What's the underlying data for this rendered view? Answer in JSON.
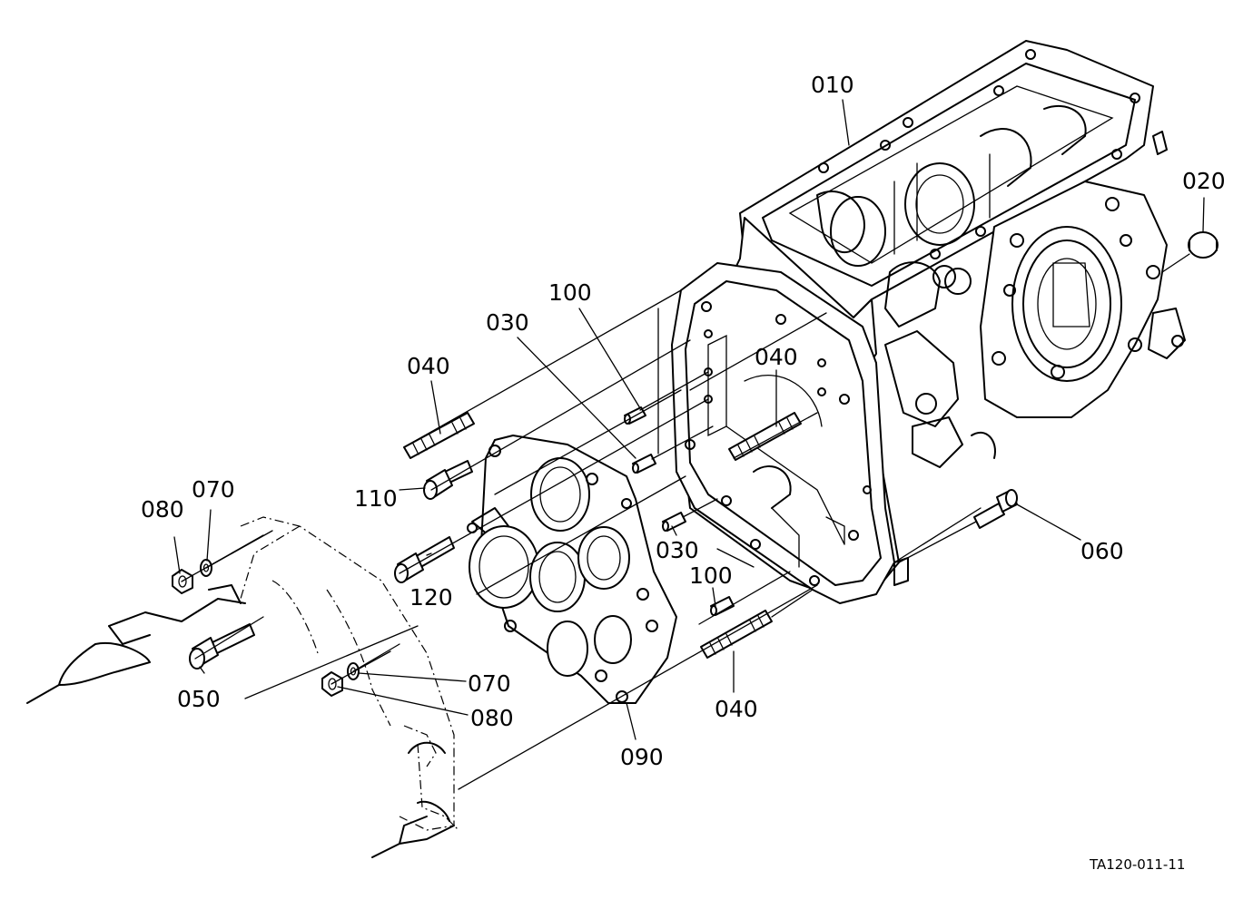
{
  "labels": {
    "l010": "010",
    "l020": "020",
    "l100a": "100",
    "l030a": "030",
    "l040a": "040",
    "l040b": "040",
    "l110": "110",
    "l080a": "080",
    "l070a": "070",
    "l030b": "030",
    "l060": "060",
    "l100b": "100",
    "l120": "120",
    "l050": "050",
    "l070b": "070",
    "l080b": "080",
    "l040c": "040",
    "l090": "090"
  },
  "figure_ref": "TA120-011-11"
}
